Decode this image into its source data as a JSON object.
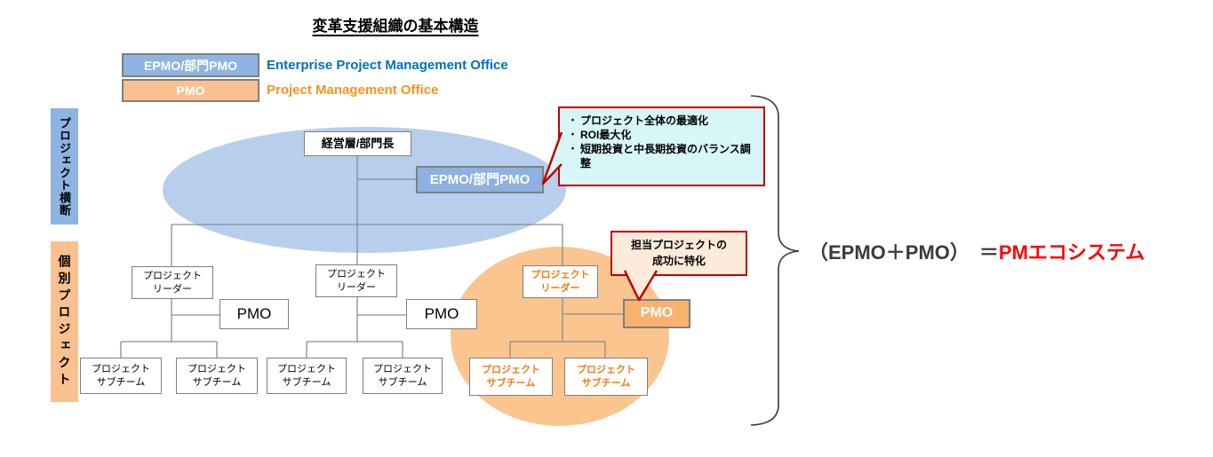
{
  "title": "変革支援組織の基本構造",
  "legend": {
    "rows": [
      {
        "box_label": "EPMO/部門PMO",
        "description": "Enterprise Project Management Office"
      },
      {
        "box_label": "PMO",
        "description": "Project Management Office"
      }
    ]
  },
  "side_bars": {
    "cross_project": "プロジェクト横断",
    "individual_project": "個別プロジェクト"
  },
  "org": {
    "executive_label": "経営層/部門長",
    "epmo_label": "EPMO/部門PMO",
    "leader_label": "プロジェクト\nリーダー",
    "pmo_label": "PMO",
    "subteam_label": "プロジェクト\nサブチーム"
  },
  "callouts": {
    "epmo_bullets": {
      "bullet": "・",
      "items": [
        "プロジェクト全体の最適化",
        "ROI最大化",
        "短期投資と中長期投資のバランス調整"
      ]
    },
    "pmo_note": "担当プロジェクトの\n成功に特化"
  },
  "equation": {
    "left": "（EPMO＋PMO）　＝",
    "right": "PMエコシステム"
  },
  "colors": {
    "legend_blue_fill": "#8DB4E2",
    "legend_orange_fill": "#FAC090",
    "legend_blue_text": "#0070C0",
    "legend_orange_text": "#F79321",
    "ellipse_blue": "#B7CEEC",
    "ellipse_orange": "#FAC58F",
    "epmo_box_fill": "#8EB1DF",
    "pmo_box_fill": "#F8B26E",
    "orange_accent_text": "#ED7D14",
    "callout_border_red": "#C00000",
    "callout_cyan_fill": "#D8F6F7",
    "callout_cream_fill": "#FCEBDB",
    "box_border_gray": "#7F7F7F",
    "connector_gray": "#8C8C8C",
    "equation_red": "#FF0000"
  }
}
